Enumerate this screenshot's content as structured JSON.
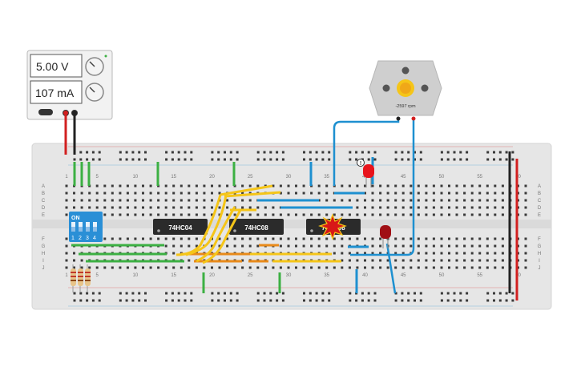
{
  "power_supply": {
    "voltage": "5.00 V",
    "current": "107 mA"
  },
  "motor": {
    "speed": "-2597 rpm"
  },
  "breadboard": {
    "column_numbers": [
      "1",
      "5",
      "10",
      "15",
      "20",
      "25",
      "30",
      "35",
      "40",
      "45",
      "50",
      "55",
      "60"
    ],
    "row_letters_top": [
      "A",
      "B",
      "C",
      "D",
      "E"
    ],
    "row_letters_bottom": [
      "F",
      "G",
      "H",
      "I",
      "J"
    ]
  },
  "chips": [
    {
      "label": "74HC04"
    },
    {
      "label": "74HC08"
    },
    {
      "label": "74HC08"
    }
  ],
  "dip_switch": {
    "on_label": "ON",
    "numbers": [
      "1",
      "2",
      "3",
      "4"
    ]
  },
  "led_warning_icon": "!",
  "colors": {
    "board": "#e6e6e6",
    "wire_green": "#3cb043",
    "wire_blue": "#1e90d0",
    "wire_yellow": "#f5c518",
    "wire_orange": "#e88a1a",
    "wire_red": "#d22020",
    "wire_black": "#222222",
    "dip_blue": "#2a8fd6",
    "chip_body": "#2b2b2b",
    "led_red": "#e8141c"
  }
}
